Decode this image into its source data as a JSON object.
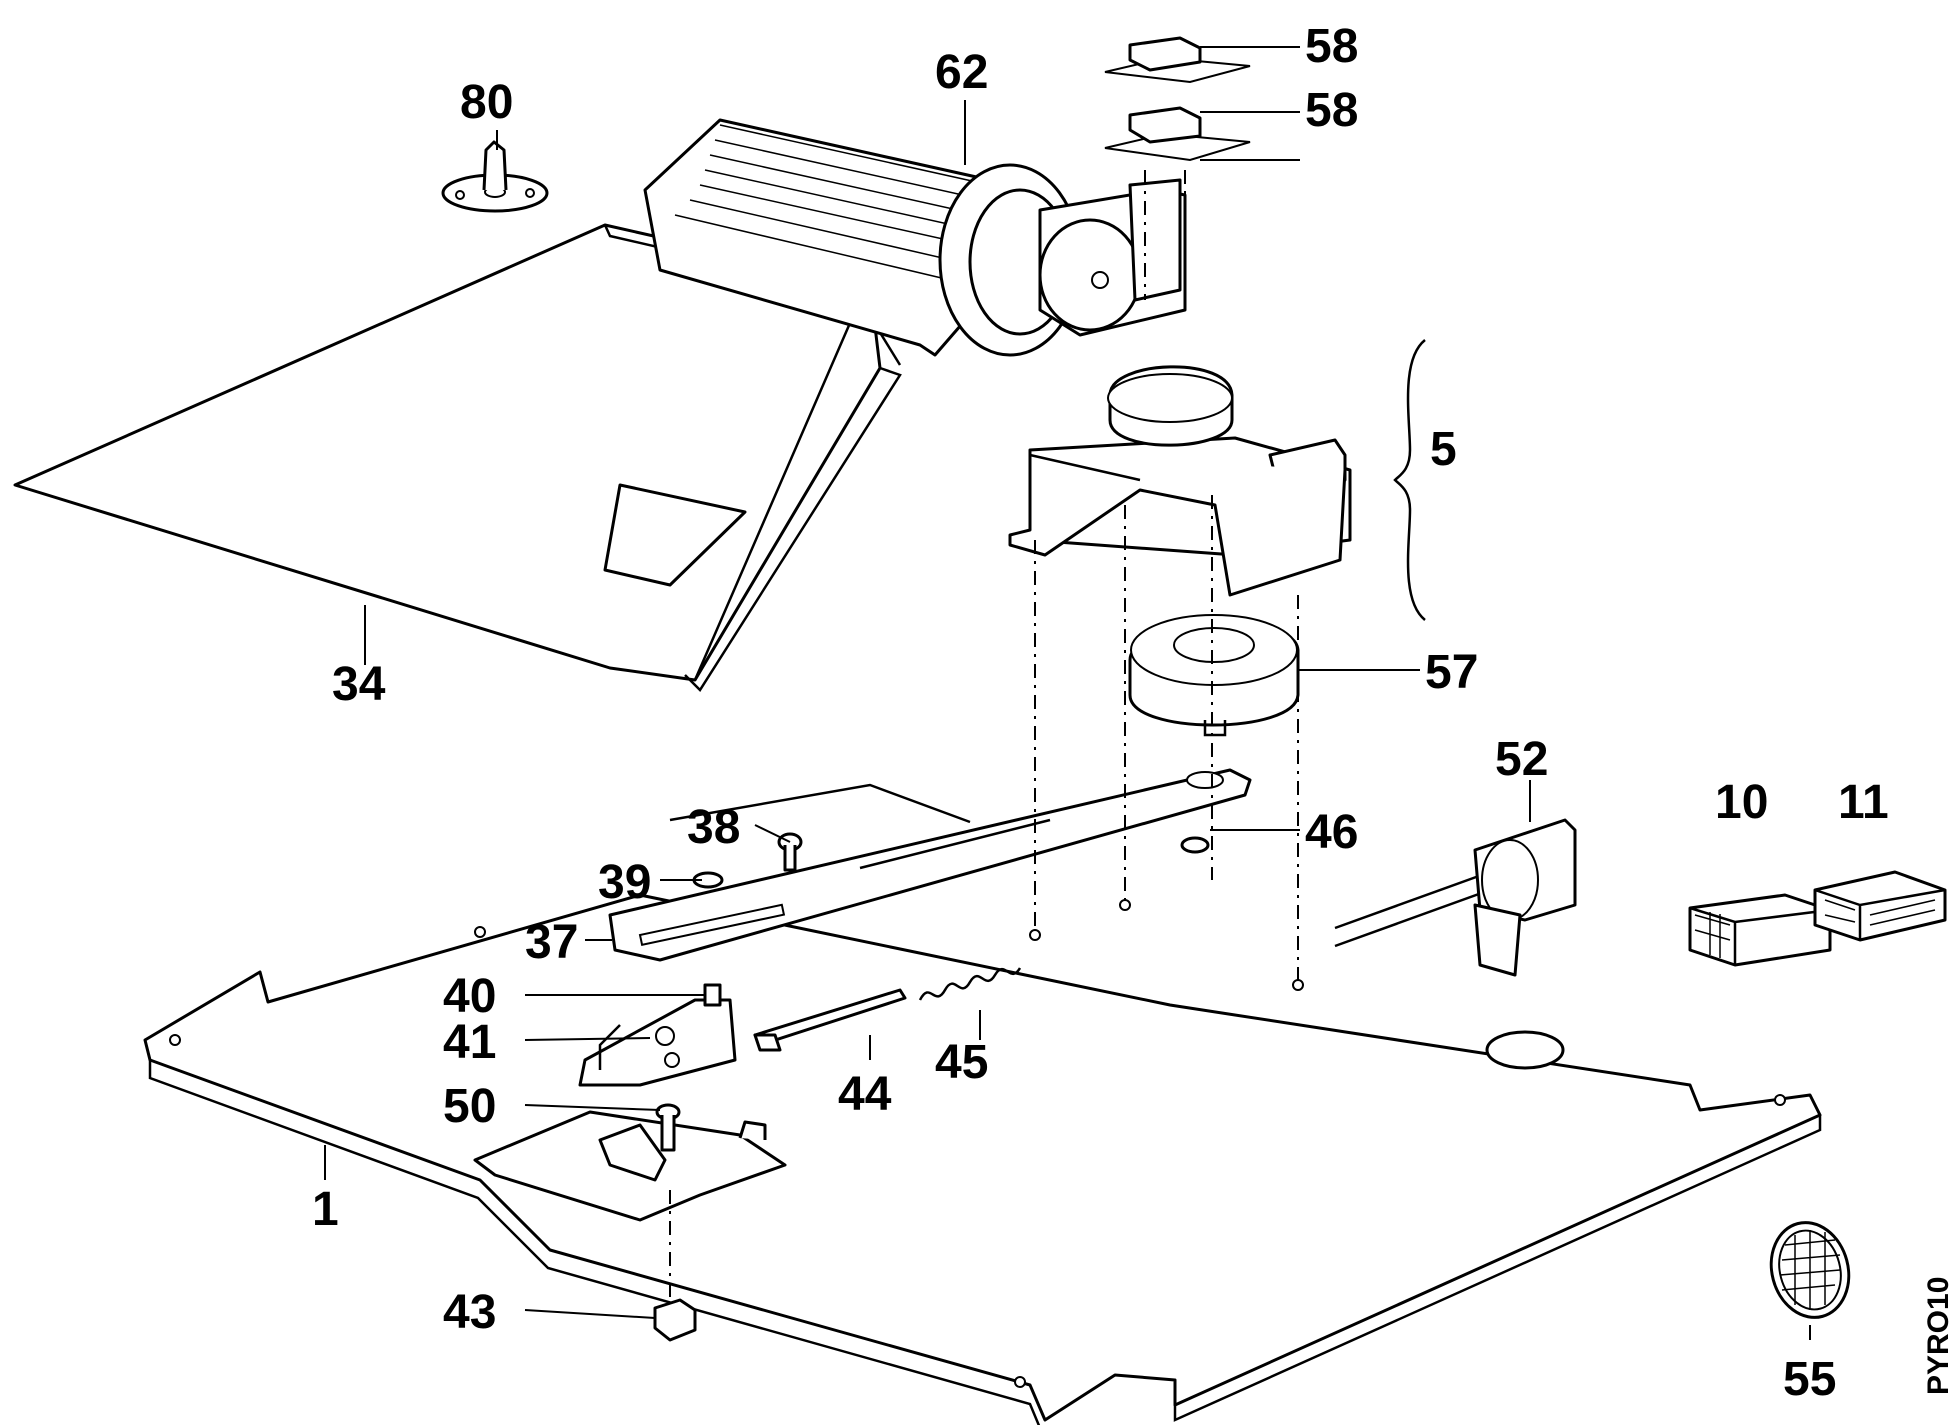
{
  "diagram": {
    "code": "PYRO10",
    "labels": {
      "l80": "80",
      "l62": "62",
      "l58a": "58",
      "l58b": "58",
      "l5": "5",
      "l34": "34",
      "l57": "57",
      "l52": "52",
      "l10": "10",
      "l11": "11",
      "l38": "38",
      "l46": "46",
      "l39": "39",
      "l37": "37",
      "l40": "40",
      "l41": "41",
      "l45": "45",
      "l44": "44",
      "l50": "50",
      "l1": "1",
      "l43": "43",
      "l55": "55"
    }
  }
}
